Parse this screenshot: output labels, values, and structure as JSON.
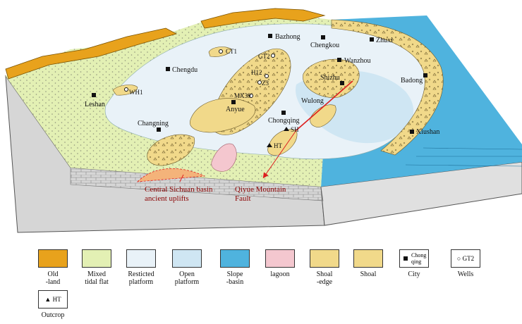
{
  "cities": {
    "bazhong": "Bazhong",
    "chengkou": "Chengkou",
    "zhuxi": "Zhuxi",
    "chengdu": "Chengdu",
    "wanzhou": "Wanzhou",
    "badong": "Badong",
    "leshan": "Leshan",
    "shizhu": "Shizhu",
    "wulong": "Wulong",
    "anyue": "Anyue",
    "chongqing": "Chongqing",
    "changning": "Changning",
    "xiushan": "Xiushan"
  },
  "wells": {
    "ct1": "CT1",
    "gt2": "GT2",
    "h12": "H12",
    "wh1": "WH1",
    "mx39": "MX39",
    "z3": "Z3"
  },
  "outcrops": {
    "sh": "SH",
    "ht": "HT"
  },
  "annotations": {
    "uplift": "Central Sichuan basin\nancient uplifts",
    "fault": "Qiyue Mountain\nFault"
  },
  "legend": [
    {
      "key": "old-land",
      "label": "Old\n-land"
    },
    {
      "key": "mixed-tidal-flat",
      "label": "Mixed\ntidal flat"
    },
    {
      "key": "restricted-platform",
      "label": "Resticted\nplatform"
    },
    {
      "key": "open-platform",
      "label": "Open\nplatform"
    },
    {
      "key": "slope-basin",
      "label": "Slope\n-basin"
    },
    {
      "key": "lagoon",
      "label": "lagoon"
    },
    {
      "key": "shoal-edge",
      "label": "Shoal\n-edge"
    },
    {
      "key": "shoal",
      "label": "Shoal"
    },
    {
      "key": "city",
      "label": "City",
      "sample": "Chong\nqing"
    },
    {
      "key": "wells",
      "label": "Wells",
      "sample": "GT2"
    },
    {
      "key": "outcrop",
      "label": "Outcrop",
      "sample": "HT"
    }
  ],
  "colors": {
    "old_land": "#e8a21c",
    "tidal_flat": "#e3f0b4",
    "restricted": "#e9f2f8",
    "open": "#cfe6f3",
    "slope": "#4fb3de",
    "lagoon": "#f4c7cf",
    "shoal": "#f1d98a",
    "side": "#d9d9d9",
    "fault": "#dd1f1f"
  }
}
